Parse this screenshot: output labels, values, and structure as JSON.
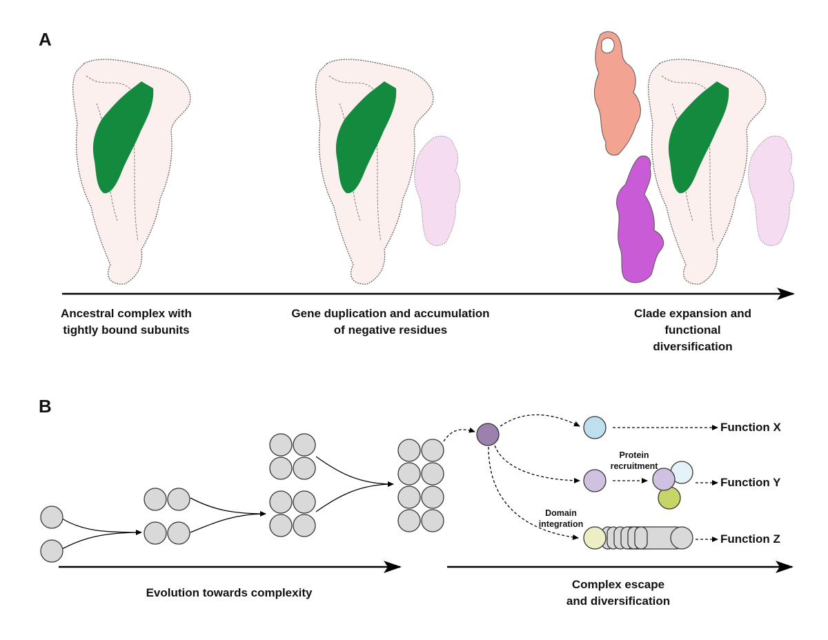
{
  "panels": {
    "a": "A",
    "b": "B"
  },
  "panel_a": {
    "stages": [
      {
        "caption": "Ancestral complex with\ntightly bound subunits"
      },
      {
        "caption": "Gene duplication and accumulation\nof negative residues"
      },
      {
        "caption": "Clade expansion and\nfunctional diversification"
      }
    ]
  },
  "panel_b": {
    "left_caption": "Evolution towards complexity",
    "right_caption": "Complex escape\nand diversification",
    "protein_recruitment": "Protein\nrecruitment",
    "domain_integration": "Domain\nintegration",
    "functions": [
      "Function X",
      "Function Y",
      "Function Z"
    ]
  },
  "colors": {
    "complex_fill": "#fbf0ee",
    "green_subunit": "#138a3e",
    "light_pink_subunit": "#f6dcf0",
    "salmon_subunit": "#f3a391",
    "magenta_subunit": "#c95bd6",
    "circle_gray": "#d9d9d9",
    "purple_circle": "#9c80ad",
    "light_purple": "#cfc1e0",
    "light_blue": "#bfdfee",
    "very_light_blue": "#e6f2f9",
    "olive": "#c7d466",
    "pale_yellow": "#eeeec4"
  }
}
